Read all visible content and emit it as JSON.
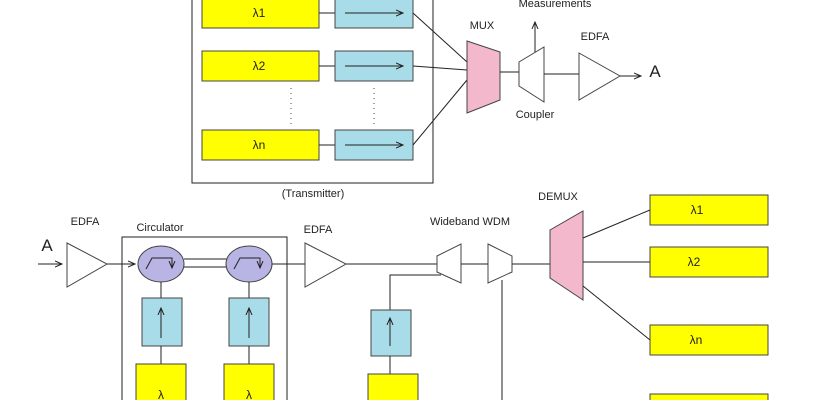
{
  "transmitter": {
    "sources": [
      "λ1",
      "λ2",
      "λn"
    ],
    "mux_label": "MUX",
    "measurements_label": "Measurements",
    "coupler_label": "Coupler",
    "edfa_label": "EDFA",
    "output_label": "A",
    "caption": "(Transmitter)",
    "dots": ". . . ."
  },
  "receiver": {
    "input_label": "A",
    "edfa1_label": "EDFA",
    "circulator_label": "Circulator",
    "edfa2_label": "EDFA",
    "wdm_label": "Wideband WDM",
    "demux_label": "DEMUX",
    "outputs": [
      "λ1",
      "λ2",
      "λn"
    ],
    "pump_labels": [
      "λ",
      "λ"
    ]
  },
  "colors": {
    "source": "#ffff00",
    "modulator": "#a8dce8",
    "mux": "#f4b8cc",
    "circulator": "#b8b4e4"
  }
}
